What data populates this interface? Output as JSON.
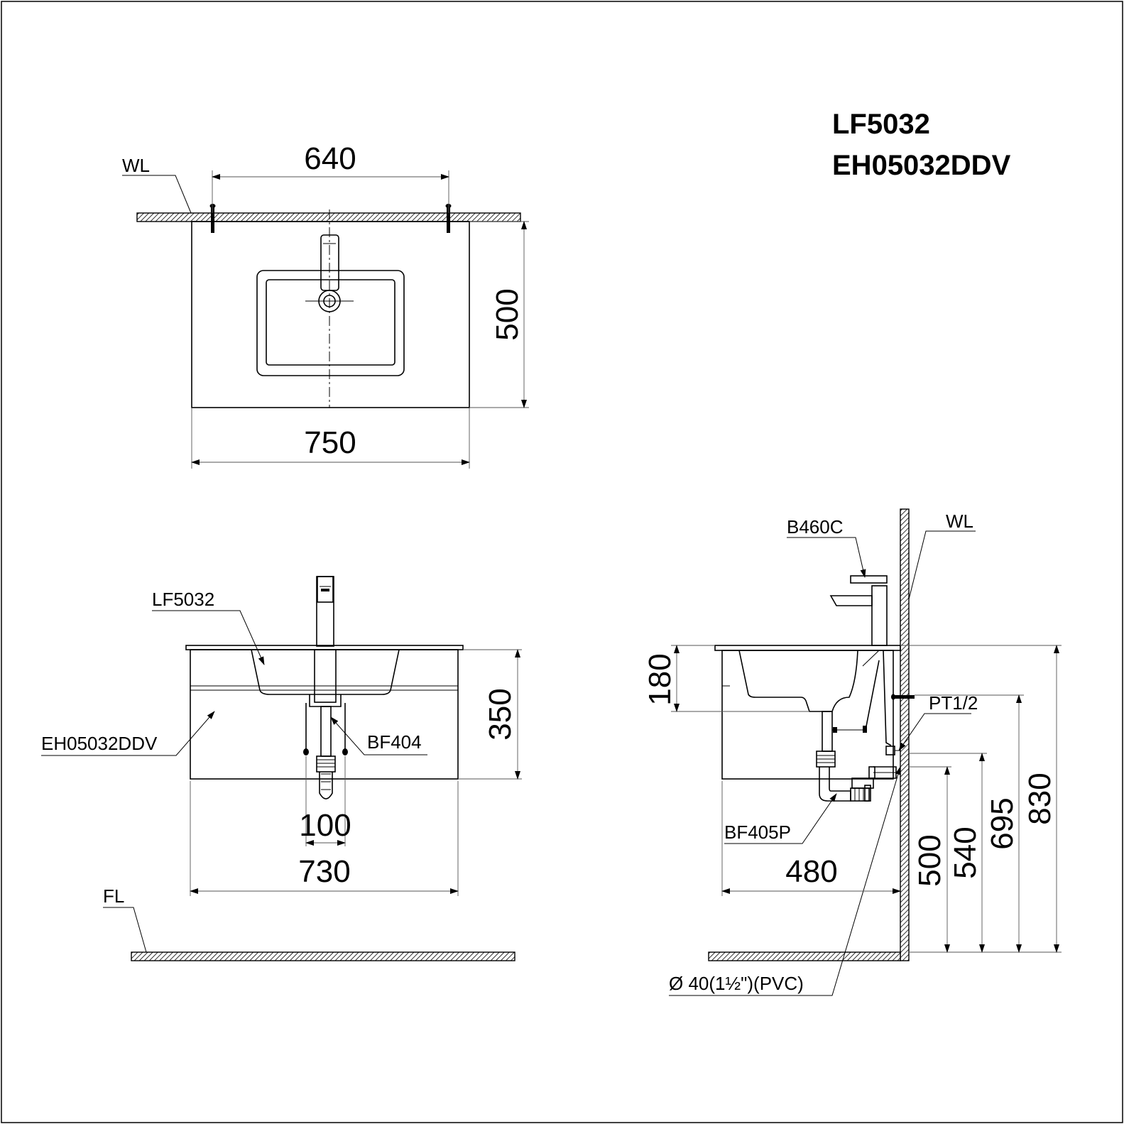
{
  "title": {
    "line1": "LF5032",
    "line2": "EH05032DDV"
  },
  "top_view": {
    "wall_label": "WL",
    "dim_width_inner": "640",
    "dim_depth": "500",
    "dim_width_total": "750"
  },
  "front_view": {
    "basin_label": "LF5032",
    "cabinet_label": "EH05032DDV",
    "drain_label": "BF404",
    "dim_height": "350",
    "dim_drain": "100",
    "dim_width": "730",
    "floor_label": "FL"
  },
  "side_view": {
    "faucet_label": "B460C",
    "wall_label": "WL",
    "supply_label": "PT1/2",
    "trap_label": "BF405P",
    "pipe_label": "Ø  40(1½\")(PVC)",
    "dim_basin_depth": "180",
    "dim_cabinet_depth": "480",
    "dim_500": "500",
    "dim_540": "540",
    "dim_695": "695",
    "dim_830": "830"
  }
}
